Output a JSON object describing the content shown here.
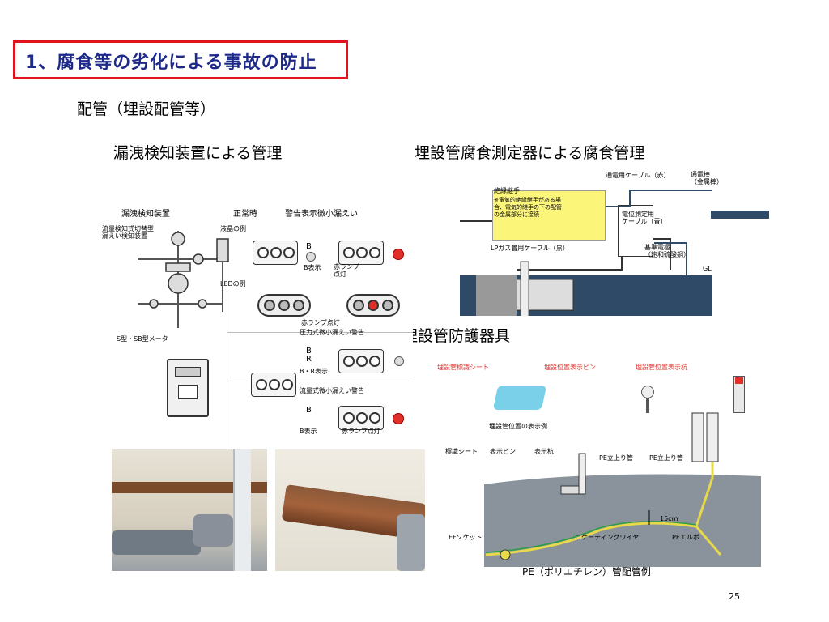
{
  "title": "1、腐食等の劣化による事故の防止",
  "subtitle": "配管（埋設配管等）",
  "left_heading": "漏洩検知装置による管理",
  "right_heading": "埋設管腐食測定器による腐食管理",
  "protect_heading": "埋設管防護器具",
  "page_number": "25",
  "colors": {
    "title_border": "#e0141e",
    "title_text": "#1d2a8a",
    "lamp_red": "#e0302a"
  },
  "leak_diagram": {
    "col_device": "漏洩検知装置",
    "col_normal": "正常時",
    "col_warning": "警告表示微小漏えい",
    "device_desc_1": "流量検知式切替型",
    "device_desc_2": "漏えい検知装置",
    "lcd_example": "液晶の例",
    "led_example": "LEDの例",
    "meter_type": "S型・SB型メータ",
    "b_letter": "B",
    "b_display": "B表示",
    "red_lamp_on": "赤ランプ\n点灯",
    "red_lamp_on_2": "赤ランプ点灯",
    "pressure_warning": "圧力式微小漏えい警告",
    "br_letters": "B\nR",
    "br_display": "B・R表示",
    "flow_warning": "流量式微小漏えい警告",
    "b_letter_2": "B",
    "b_display_2": "B表示",
    "red_lamp_on_3": "赤ランプ点灯"
  },
  "corrosion_diagram": {
    "insulated_joint": "絶縁継手",
    "note": "※電気的絶縁継手がある場合、電気的継手の下の配管の金属部分に接続",
    "cable_red": "通電用ケーブル（赤）",
    "electrode_rod": "通電棒\n（金属棒）",
    "measure_cable": "電位測定用\nケーブル（青）",
    "lp_cable": "LPガス管用ケーブル（黒）",
    "ref_electrode": "基準電極\n（飽和硫酸銅）",
    "gl": "GL"
  },
  "protect_diagram": {
    "sheet": "埋設管標識シート",
    "pin": "埋設位置表示ピン",
    "stake": "埋設管位置表示杭",
    "example_title": "埋設管位置の表示例",
    "label_sheet": "標識シート",
    "label_pin": "表示ピン",
    "label_stake": "表示杭",
    "pe_riser_1": "PE立上り管",
    "pe_riser_2": "PE立上り管",
    "depth": "15cm",
    "ef_socket": "EFソケット",
    "locating_wire": "ロケーティングワイヤ",
    "pe_elbow": "PEエルボ",
    "caption": "PE（ポリエチレン）管配管例"
  }
}
